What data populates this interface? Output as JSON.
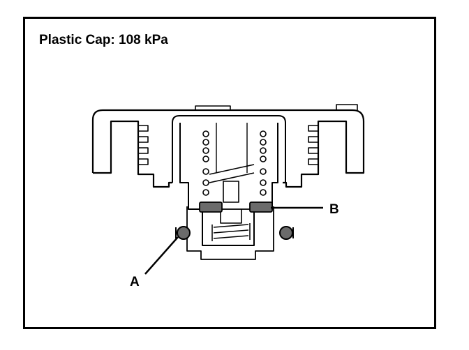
{
  "title": "Plastic Cap: 108 kPa",
  "callouts": {
    "a": "A",
    "b": "B"
  },
  "colors": {
    "line": "#000000",
    "seal_fill": "#6b6b6b",
    "background": "#ffffff"
  }
}
